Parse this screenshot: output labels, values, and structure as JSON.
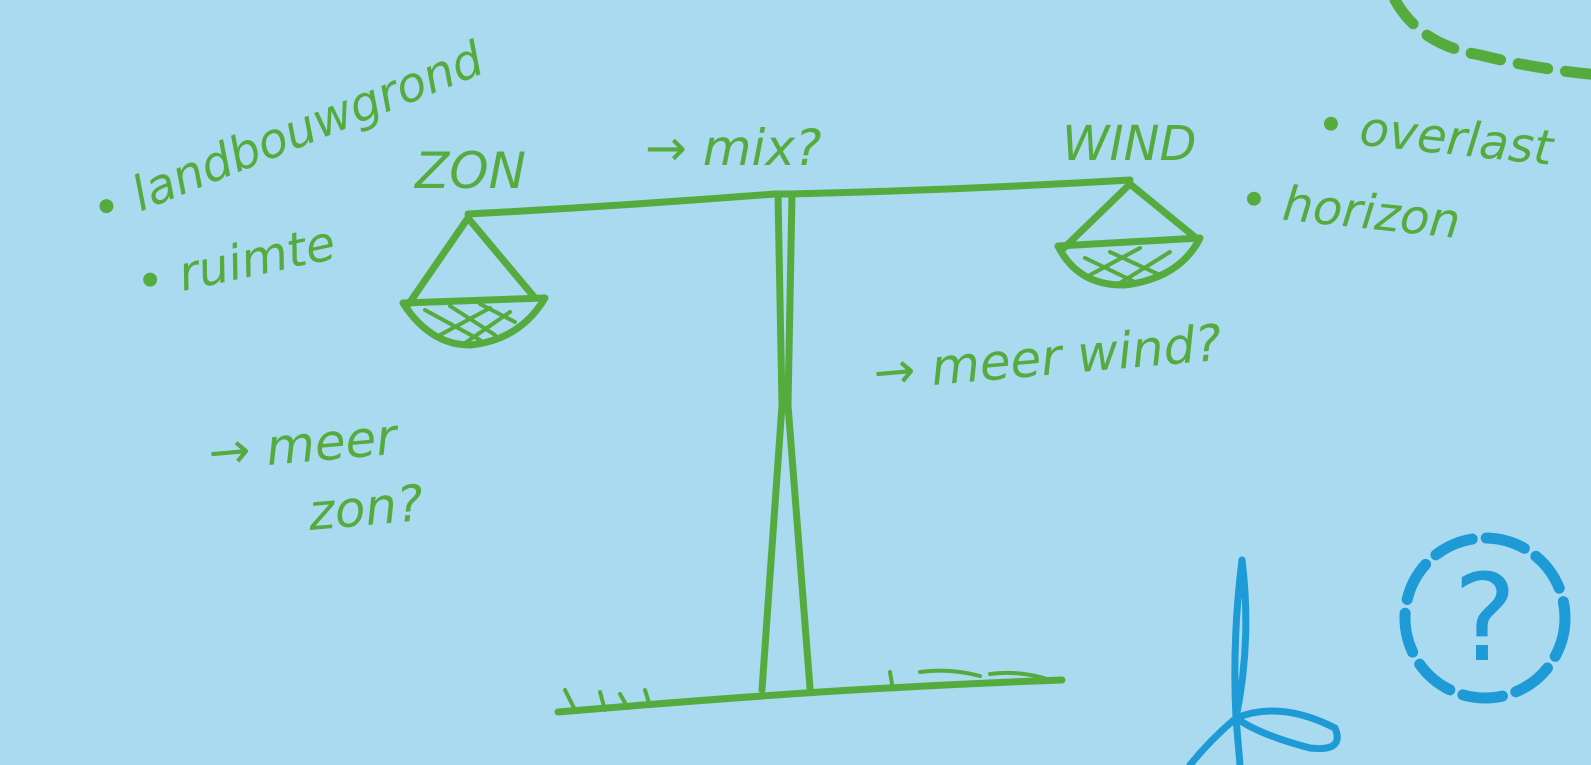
{
  "left_label": "ZON",
  "right_label": "WIND",
  "center_label": "→ mix?",
  "left_notes": [
    "• landbouwgrond",
    "• ruimte"
  ],
  "right_notes": [
    "• overlast",
    "• horizon"
  ],
  "more_wind": "→ meer wind?",
  "more_sun_line1": "→ meer",
  "more_sun_line2": "zon?",
  "question_mark": "?",
  "colors": {
    "background": "#a9daf0",
    "drawing": "#56ab3e",
    "accent": "#1e9ad6"
  },
  "icons": [
    "scale-icon",
    "wind-turbine-icon",
    "question-circle-icon",
    "dashed-arc-icon"
  ]
}
